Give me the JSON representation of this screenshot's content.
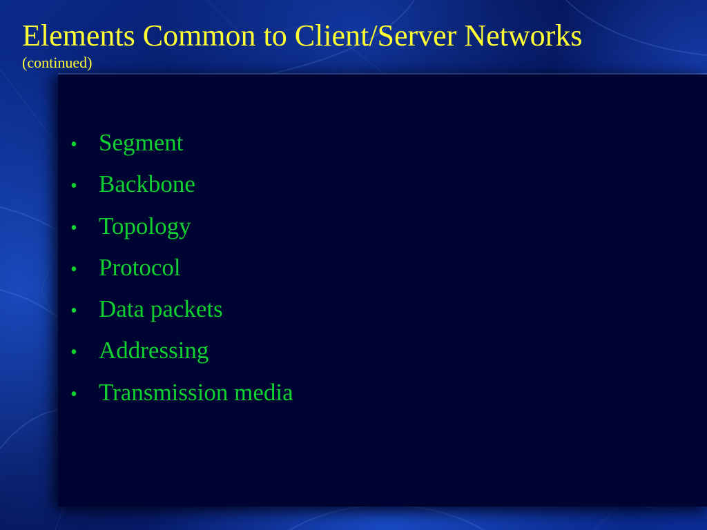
{
  "slide": {
    "title": "Elements Common to Client/Server Networks",
    "subtitle": "(continued)",
    "bullet_glyph": "•",
    "items": [
      "Segment",
      "Backbone",
      "Topology",
      "Protocol",
      "Data packets",
      "Addressing",
      "Transmission media"
    ]
  },
  "colors": {
    "title": "#ffff33",
    "bullets": "#10d230",
    "panel": "#000433",
    "background": "#0a2a8a"
  }
}
